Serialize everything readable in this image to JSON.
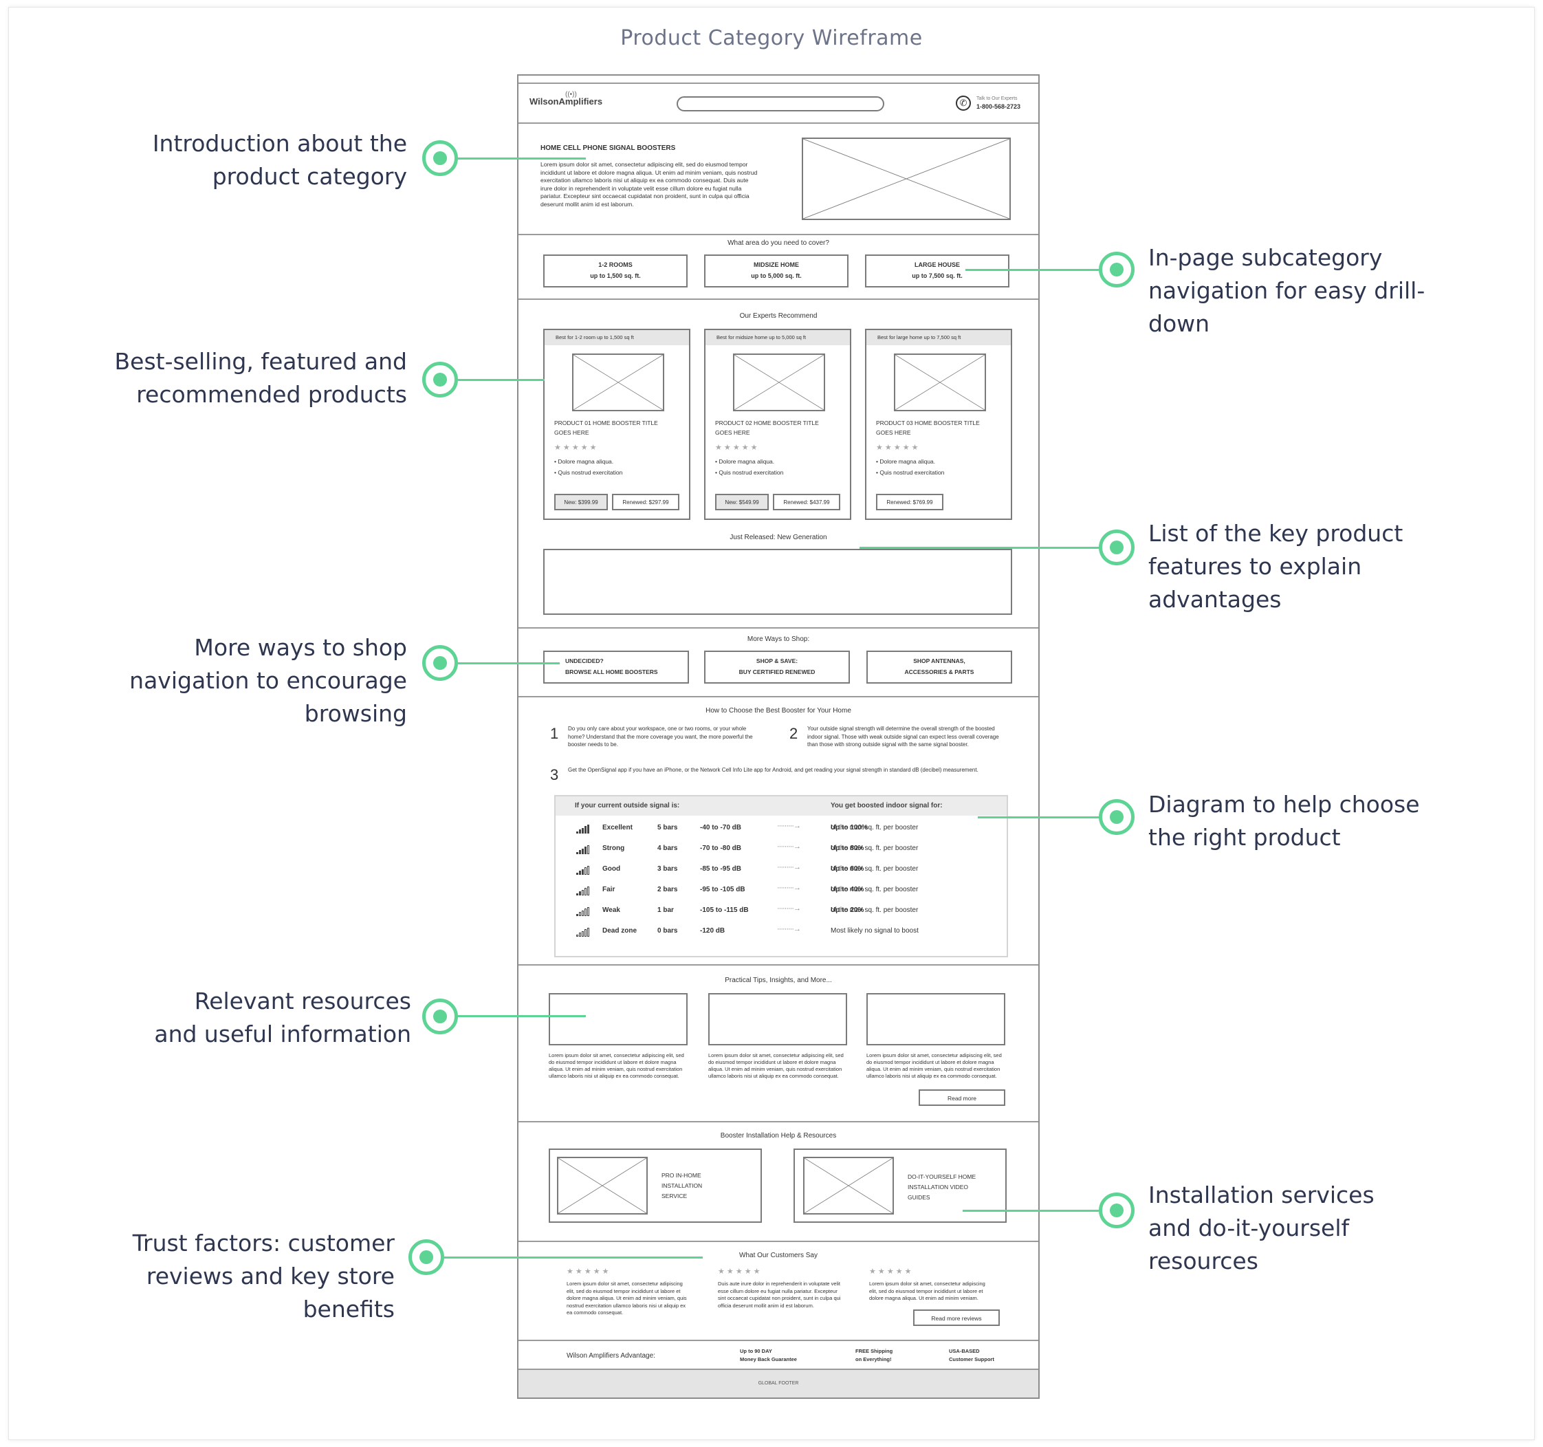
{
  "page_title": "Product Category Wireframe",
  "annotations": {
    "intro": "Introduction about the product category",
    "best_selling": "Best-selling, featured and recommended products",
    "more_ways": "More ways to shop navigation to encourage browsing",
    "resources": "Relevant resources and useful information",
    "trust": "Trust factors: customer reviews and  key store benefits",
    "subcategory": "In-page subcategory navigation for easy drill-down",
    "features": "List of the key product features to explain advantages",
    "diagram": "Diagram to help choose the right product",
    "installation": "Installation services and do-it-yourself resources"
  },
  "header": {
    "logo": "WilsonAmplifiers",
    "talk_label": "Talk to Our Experts",
    "phone": "1-800-568-2723"
  },
  "hero": {
    "title": "HOME CELL PHONE SIGNAL BOOSTERS",
    "body": "Lorem ipsum dolor sit amet, consectetur adipiscing elit, sed do eiusmod tempor incididunt ut labore et dolore magna aliqua. Ut enim ad minim veniam, quis nostrud exercitation ullamco laboris nisi ut aliquip ex ea commodo consequat. Duis aute irure dolor in reprehenderit in voluptate velit esse cillum dolore eu fugiat nulla pariatur. Excepteur sint occaecat cupidatat non proident, sunt in culpa qui officia deserunt mollit anim id est laborum."
  },
  "coverage": {
    "question": "What area do you need to cover?",
    "options": [
      {
        "line1": "1-2 ROOMS",
        "line2": "up to 1,500 sq. ft."
      },
      {
        "line1": "MIDSIZE HOME",
        "line2": "up to 5,000 sq. ft."
      },
      {
        "line1": "LARGE HOUSE",
        "line2": "up to 7,500 sq. ft."
      }
    ]
  },
  "recommend": {
    "heading": "Our Experts Recommend",
    "products": [
      {
        "badge": "Best for 1-2 room up to 1,500 sq ft",
        "title1": "PRODUCT 01 HOME BOOSTER TITLE",
        "title2": "GOES HERE",
        "stars": "★ ★ ★ ★ ★",
        "bullet1": "• Dolore magna aliqua.",
        "bullet2": "• Quis nostrud exercitation",
        "price_new": "New: $399.99",
        "price_renewed": "Renewed: $297.99"
      },
      {
        "badge": "Best for midsize home up to 5,000 sq ft",
        "title1": "PRODUCT 02 HOME BOOSTER TITLE",
        "title2": "GOES HERE",
        "stars": "★ ★ ★ ★ ★",
        "bullet1": "• Dolore magna aliqua.",
        "bullet2": "• Quis nostrud exercitation",
        "price_new": "New: $549.99",
        "price_renewed": "Renewed: $437.99"
      },
      {
        "badge": "Best for large home up to 7,500 sq ft",
        "title1": "PRODUCT 03 HOME BOOSTER TITLE",
        "title2": "GOES HERE",
        "stars": "★ ★ ★ ★ ★",
        "bullet1": "• Dolore magna aliqua.",
        "bullet2": "• Quis nostrud exercitation",
        "price_renewed": "Renewed: $769.99"
      }
    ],
    "just_released": "Just Released: New Generation"
  },
  "more_ways": {
    "heading": "More Ways to Shop:",
    "buttons": [
      {
        "line1": "UNDECIDED?",
        "line2": "BROWSE ALL HOME BOOSTERS"
      },
      {
        "line1": "SHOP & SAVE:",
        "line2": "BUY CERTIFIED RENEWED"
      },
      {
        "line1": "SHOP ANTENNAS,",
        "line2": "ACCESSORIES & PARTS"
      }
    ]
  },
  "how_to": {
    "heading": "How to Choose the Best Booster for Your Home",
    "steps": [
      {
        "num": "1",
        "text": "Do you only care about your workspace, one or two rooms, or your whole home? Understand that the more coverage you want, the more powerful the booster needs to be."
      },
      {
        "num": "2",
        "text": "Your outside signal strength will determine the overall strength of the boosted indoor signal. Those with weak outside signal can expect less overall coverage than those with strong outside signal with the same signal booster."
      },
      {
        "num": "3",
        "text": "Get the OpenSignal app if you have an iPhone, or the Network Cell Info Lite app for Android, and get reading your signal strength in standard dB (decibel) measurement."
      }
    ],
    "table_head_left": "If your current outside signal is:",
    "table_head_right": "You get boosted indoor signal for:",
    "rows": [
      {
        "level": "Excellent",
        "bars": "5 bars",
        "db": "-40 to -70 dB",
        "result_bold": "Up to 100%",
        "result_rest": " of the max sq. ft. per booster"
      },
      {
        "level": "Strong",
        "bars": "4 bars",
        "db": "-70 to -80 dB",
        "result_bold": "Up to 80%",
        "result_rest": " of the max sq. ft. per booster"
      },
      {
        "level": "Good",
        "bars": "3 bars",
        "db": "-85 to -95 dB",
        "result_bold": "Up to 60%",
        "result_rest": " of the max sq. ft. per booster"
      },
      {
        "level": "Fair",
        "bars": "2 bars",
        "db": "-95 to -105 dB",
        "result_bold": "Up to 40%",
        "result_rest": " of the max sq. ft. per booster"
      },
      {
        "level": "Weak",
        "bars": "1 bar",
        "db": "-105 to -115 dB",
        "result_bold": "Up to 20%",
        "result_rest": " of the max sq. ft. per booster"
      },
      {
        "level": "Dead zone",
        "bars": "0 bars",
        "db": "-120 dB",
        "result_bold": "",
        "result_rest": "Most likely no signal to boost"
      }
    ]
  },
  "tips": {
    "heading": "Practical Tips, Insights, and More...",
    "body": "Lorem ipsum dolor sit amet, consectetur adipiscing elit, sed do eiusmod tempor incididunt ut labore et dolore magna aliqua. Ut enim ad minim veniam, quis nostrud exercitation ullamco laboris nisi ut aliquip ex ea commodo consequat.",
    "read_more": "Read more"
  },
  "install": {
    "heading": "Booster Installation Help & Resources",
    "pro": "PRO IN-HOME INSTALLATION SERVICE",
    "diy": "DO-IT-YOURSELF HOME INSTALLATION VIDEO GUIDES"
  },
  "reviews": {
    "heading": "What Our Customers Say",
    "stars": "★ ★ ★ ★ ★",
    "items": [
      "Lorem ipsum dolor sit amet, consectetur adipiscing elit, sed do eiusmod tempor incididunt ut labore et dolore magna aliqua. Ut enim ad minim veniam, quis nostrud exercitation ullamco laboris nisi ut aliquip ex ea commodo consequat.",
      "Duis aute irure dolor in reprehenderit in voluptate velit esse cillum dolore eu fugiat nulla pariatur. Excepteur sint occaecat cupidatat non proident, sunt in culpa qui officia deserunt mollit anim id est laborum.",
      "Lorem ipsum dolor sit amet, consectetur adipiscing elit, sed do eiusmod tempor incididunt ut labore et dolore magna aliqua. Ut enim ad minim veniam."
    ],
    "read_more": "Read more reviews"
  },
  "advantage": {
    "label": "Wilson Amplifiers Advantage:",
    "items": [
      {
        "line1": "Up to 90 DAY",
        "line2": "Money Back Guarantee"
      },
      {
        "line1": "FREE Shipping",
        "line2": "on Everything!"
      },
      {
        "line1": "USA-BASED",
        "line2": "Customer Support"
      }
    ]
  },
  "footer": "GLOBAL FOOTER",
  "colors": {
    "accent": "#5dd394",
    "annotation_text": "#2f3650",
    "title": "#6d7388"
  }
}
